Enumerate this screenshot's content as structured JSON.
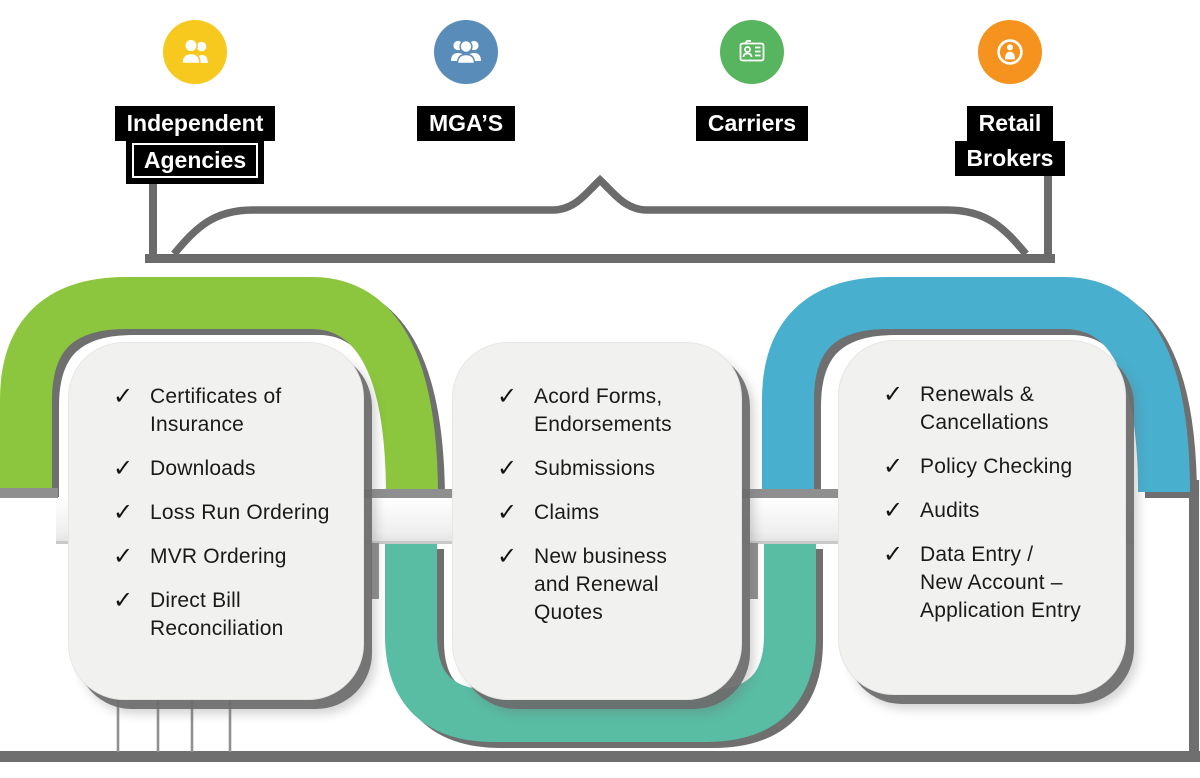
{
  "segments": [
    {
      "line1": "Independent",
      "line2": "Agencies",
      "icon": "two-users-icon",
      "color": "#F7C81E"
    },
    {
      "line1": "MGA’S",
      "icon": "user-group-icon",
      "color": "#5A8CBA"
    },
    {
      "line1": "Carriers",
      "icon": "id-badge-icon",
      "color": "#58B55F"
    },
    {
      "line1": "Retail",
      "line2": "Brokers",
      "icon": "person-circle-icon",
      "color": "#F6921E"
    }
  ],
  "checkmark": "✓",
  "cards": [
    {
      "accent": "#8CC63E",
      "items": [
        "Certificates of\nInsurance",
        "Downloads",
        "Loss Run Ordering",
        "MVR Ordering",
        "Direct Bill\nReconciliation"
      ]
    },
    {
      "accent": "#59BDA3",
      "items": [
        "Acord Forms,\nEndorsements",
        "Submissions",
        "Claims",
        "New business\nand Renewal\nQuotes"
      ]
    },
    {
      "accent": "#48AFCE",
      "items": [
        "Renewals &\nCancellations",
        "Policy Checking",
        "Audits",
        "Data Entry /\nNew Account –\nApplication Entry"
      ]
    }
  ],
  "colors": {
    "outline_gray": "#6f6f6f",
    "cap_gray": "#8f8f8f",
    "brace_gray": "#6b6b6b",
    "label_bg": "#000000",
    "label_text": "#ffffff",
    "card_bg": "#f1f1f0"
  }
}
